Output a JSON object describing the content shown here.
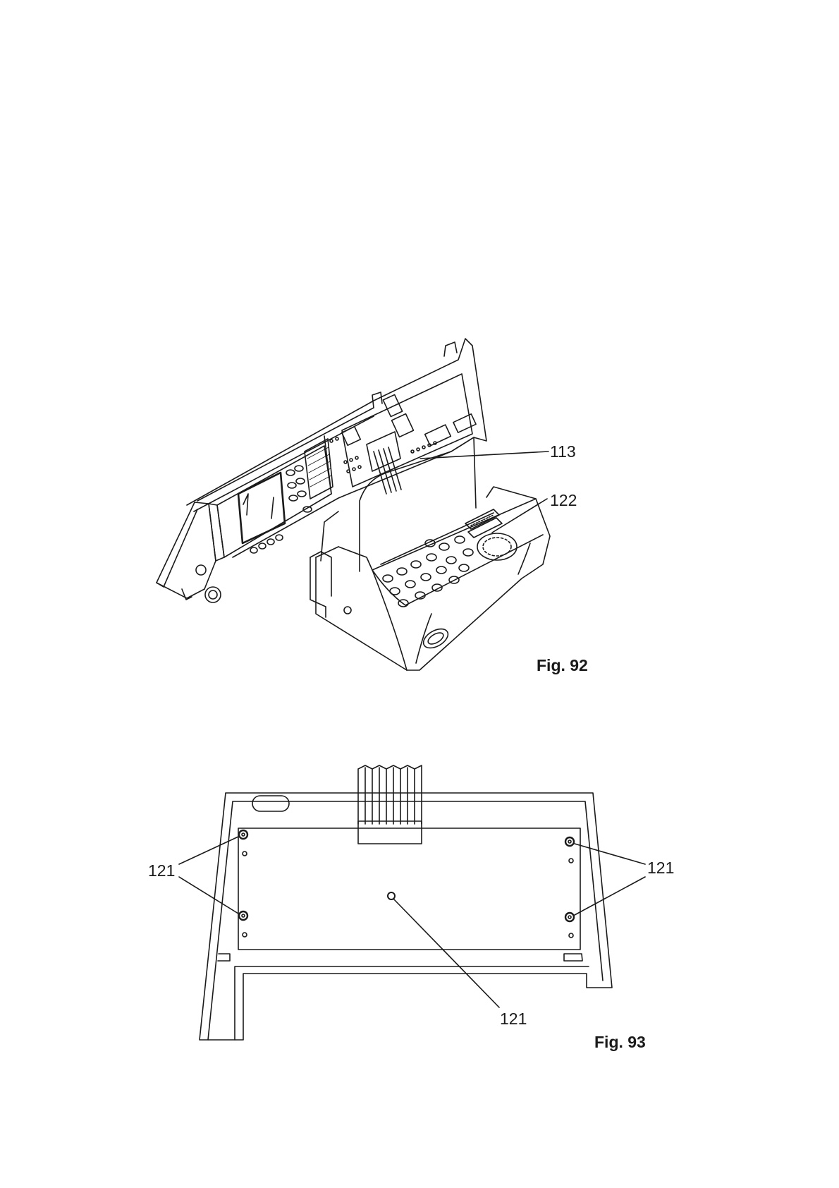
{
  "fig92": {
    "label": "Fig. 92",
    "callouts": {
      "c113": "113",
      "c122": "122"
    }
  },
  "fig93": {
    "label": "Fig. 93",
    "callouts": {
      "left": "121",
      "right": "121",
      "bottom": "121"
    }
  }
}
